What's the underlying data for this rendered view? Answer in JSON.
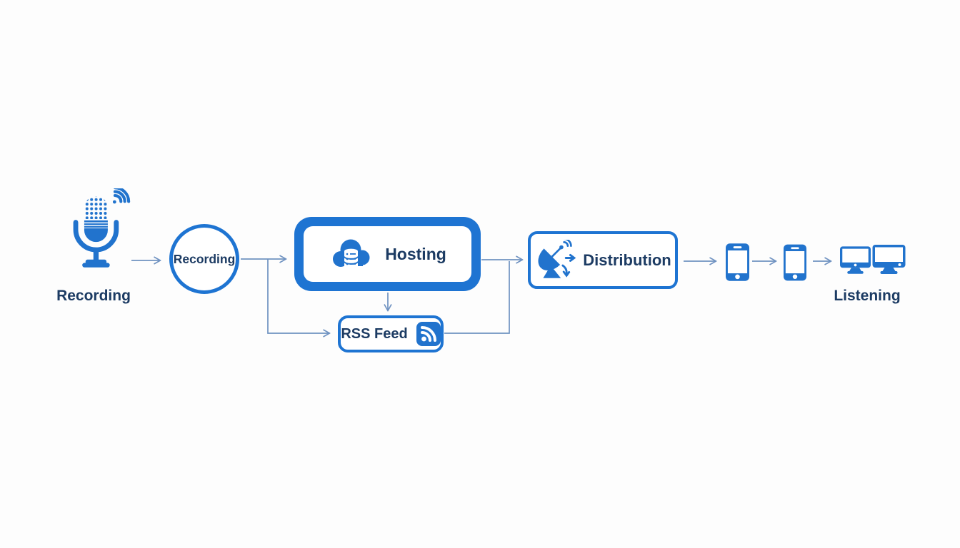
{
  "diagram": {
    "colors": {
      "primary_blue": "#1e74d2",
      "icon_blue": "#2173cd",
      "text_navy": "#1c3b63",
      "connector_blue": "#6f92c1",
      "background": "#fdfdfd"
    },
    "nodes": {
      "source": {
        "label": "Recording",
        "icon": "microphone-icon"
      },
      "recording": {
        "label": "Recording",
        "shape": "circle"
      },
      "hosting": {
        "label": "Hosting",
        "icon": "cloud-server-icon"
      },
      "rss": {
        "label": "RSS Feed",
        "icon": "rss-icon"
      },
      "distribution": {
        "label": "Distribution",
        "icon": "satellite-dish-icon"
      },
      "devices": {
        "label": "Listening",
        "icons": [
          "smartphone-icon",
          "smartphone-icon",
          "desktop-monitor-icon",
          "desktop-monitor-icon"
        ]
      }
    },
    "edges": [
      {
        "from": "microphone",
        "to": "recording"
      },
      {
        "from": "recording",
        "to": "hosting"
      },
      {
        "from": "recording",
        "to": "rss-feed"
      },
      {
        "from": "hosting",
        "to": "rss-feed"
      },
      {
        "from": "hosting",
        "to": "distribution"
      },
      {
        "from": "rss-feed",
        "to": "distribution"
      },
      {
        "from": "distribution",
        "to": "smartphone-1"
      },
      {
        "from": "smartphone-1",
        "to": "smartphone-2"
      },
      {
        "from": "smartphone-2",
        "to": "monitors"
      }
    ]
  }
}
